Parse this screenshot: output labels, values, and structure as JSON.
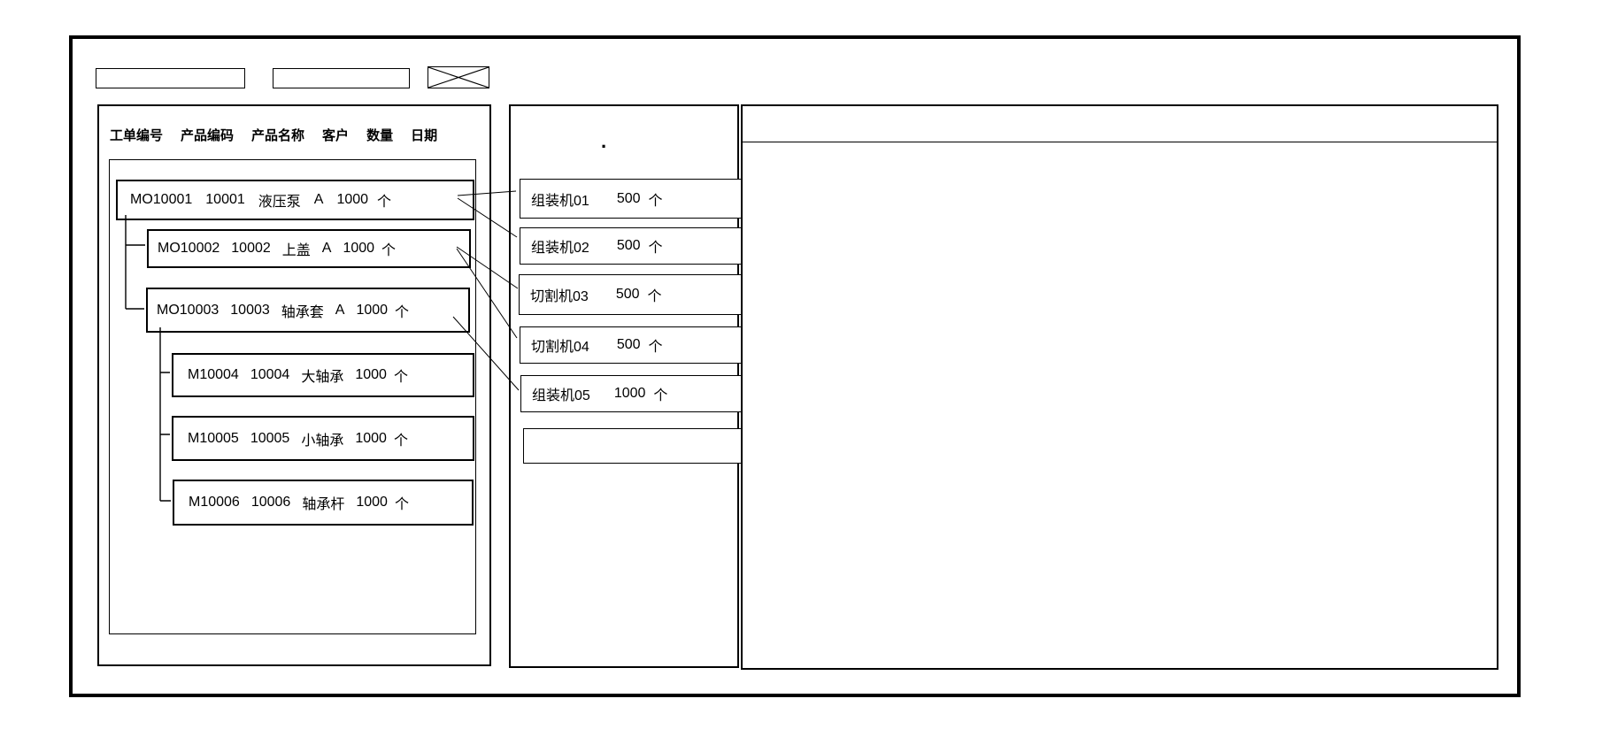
{
  "colors": {
    "ink": "#000000",
    "background": "#ffffff"
  },
  "top_bar": {
    "field1_value": "",
    "field2_value": "",
    "xbox_icon": "crossed-box"
  },
  "work_order_panel": {
    "columns": [
      "工单编号",
      "产品编码",
      "产品名称",
      "客户",
      "数量",
      "日期"
    ],
    "rows": [
      {
        "order_no": "MO10001",
        "product_code": "10001",
        "product_name": "液压泵",
        "customer": "A",
        "qty": "1000",
        "unit": "个",
        "level": 0
      },
      {
        "order_no": "MO10002",
        "product_code": "10002",
        "product_name": "上盖",
        "customer": "A",
        "qty": "1000",
        "unit": "个",
        "level": 1
      },
      {
        "order_no": "MO10003",
        "product_code": "10003",
        "product_name": "轴承套",
        "customer": "A",
        "qty": "1000",
        "unit": "个",
        "level": 1
      },
      {
        "order_no": "M10004",
        "product_code": "10004",
        "product_name": "大轴承",
        "customer": "",
        "qty": "1000",
        "unit": "个",
        "level": 2
      },
      {
        "order_no": "M10005",
        "product_code": "10005",
        "product_name": "小轴承",
        "customer": "",
        "qty": "1000",
        "unit": "个",
        "level": 2
      },
      {
        "order_no": "M10006",
        "product_code": "10006",
        "product_name": "轴承杆",
        "customer": "",
        "qty": "1000",
        "unit": "个",
        "level": 2
      }
    ]
  },
  "machine_panel": {
    "header_mark": ".",
    "machines": [
      {
        "name": "组装机01",
        "qty": "500",
        "unit": "个"
      },
      {
        "name": "组装机02",
        "qty": "500",
        "unit": "个"
      },
      {
        "name": "切割机03",
        "qty": "500",
        "unit": "个"
      },
      {
        "name": "切割机04",
        "qty": "500",
        "unit": "个"
      },
      {
        "name": "组装机05",
        "qty": "1000",
        "unit": "个"
      },
      {
        "name": "",
        "qty": "",
        "unit": ""
      }
    ]
  },
  "links": [
    {
      "from": "MO10001",
      "to": "组装机01"
    },
    {
      "from": "MO10001",
      "to": "组装机02"
    },
    {
      "from": "MO10002",
      "to": "切割机03"
    },
    {
      "from": "MO10002",
      "to": "切割机04"
    },
    {
      "from": "MO10003",
      "to": "组装机05"
    }
  ],
  "detail_panel": {
    "content": ""
  }
}
